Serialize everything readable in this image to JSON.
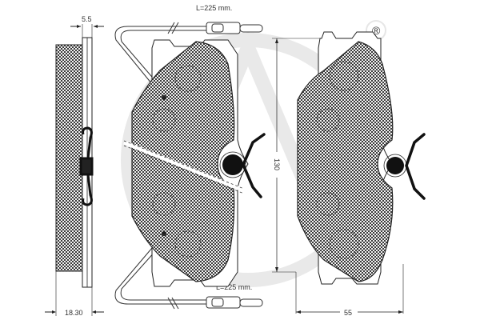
{
  "drawing": {
    "subject": "Brake pad set technical drawing",
    "views": [
      "side-view",
      "front-view-with-wear-sensor",
      "front-view"
    ]
  },
  "dimensions": {
    "backing_plate_thickness": "5.5",
    "total_thickness": "18.30",
    "height": "130",
    "width": "55",
    "sensor_length_top": "L=225 mm.",
    "sensor_length_bottom": "L=225 mm."
  },
  "watermark": {
    "symbol": "®"
  },
  "colors": {
    "line": "#222222",
    "friction_fill": "#555555",
    "watermark": "#e9e9e9",
    "background": "#ffffff"
  }
}
